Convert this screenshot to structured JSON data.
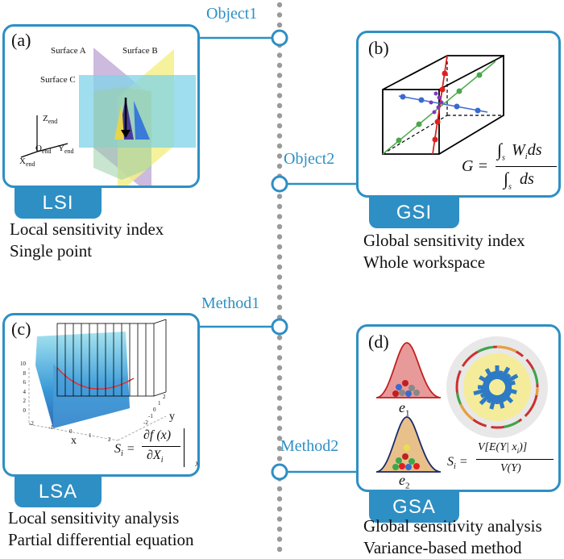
{
  "spine": {
    "labels": [
      "Object1",
      "Object2",
      "Method1",
      "Method2"
    ]
  },
  "panels": {
    "a": {
      "letter": "(a)",
      "surface_a": "Surface A",
      "surface_b": "Surface B",
      "surface_c": "Surface C",
      "z_axis": "Z",
      "y_axis": "Y",
      "o_axis": "O",
      "x_axis": "X",
      "axis_sub": "end",
      "tab": "LSI",
      "desc1": "Local sensitivity index",
      "desc2": "Single point"
    },
    "b": {
      "letter": "(b)",
      "tab": "GSI",
      "desc1": "Global sensitivity index",
      "desc2": "Whole workspace",
      "formula_lhs": "G =",
      "formula_num": "W",
      "formula_num_sub": "i",
      "formula_num_tail": "ds",
      "formula_den": "ds",
      "formula_int_sub": "s"
    },
    "c": {
      "letter": "(c)",
      "tab": "LSA",
      "desc1": "Local sensitivity analysis",
      "desc2": "Partial differential equation",
      "ticks_z": [
        "10",
        "8",
        "6",
        "4",
        "2",
        "0"
      ],
      "ticks_x": [
        "-2",
        "-1",
        "0",
        "1",
        "2"
      ],
      "ticks_y": [
        "2",
        "1",
        "0",
        "-1",
        "-2"
      ],
      "xlabel": "x",
      "ylabel": "y",
      "formula_lhs": "S",
      "formula_lhs_sub": "i",
      "formula_num": "∂f (x)",
      "formula_den": "∂X",
      "formula_den_sub": "i",
      "formula_eval": "X = x*"
    },
    "d": {
      "letter": "(d)",
      "tab": "GSA",
      "desc1": "Global sensitivity analysis",
      "desc2": "Variance-based method",
      "e1": "e",
      "e1_sub": "1",
      "e2": "e",
      "e2_sub": "2",
      "formula_lhs": "S",
      "formula_lhs_sub": "i",
      "formula_num": "V[E(Y| x",
      "formula_num_sub": "i",
      "formula_num_tail": ")]",
      "formula_den": "V(Y)"
    }
  },
  "colors": {
    "accent": "#2e8fc4",
    "spine_dot": "#9a9a9a"
  }
}
